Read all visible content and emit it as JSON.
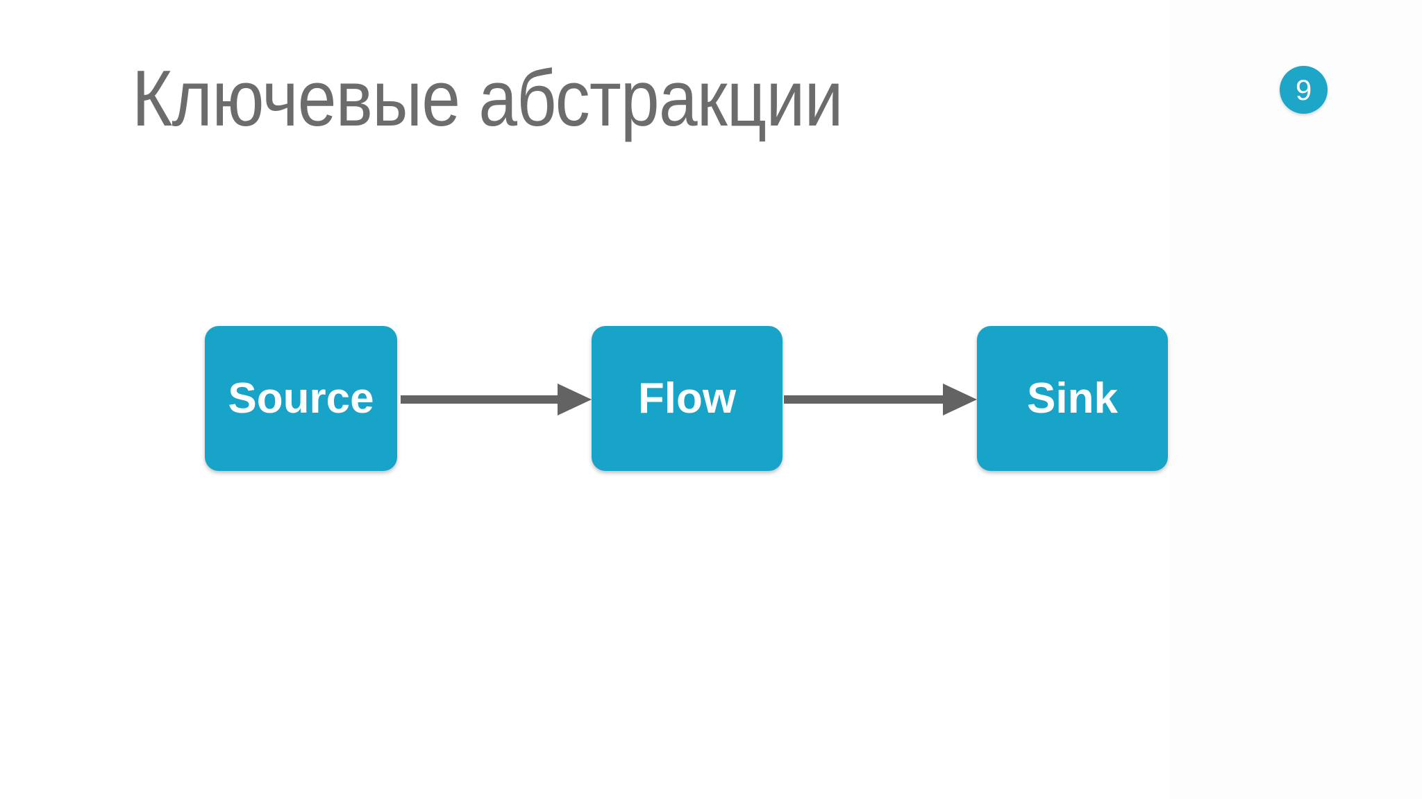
{
  "slide": {
    "title": "Ключевые абстракции",
    "page_number": "9"
  },
  "diagram": {
    "nodes": [
      {
        "id": "source",
        "label": "Source"
      },
      {
        "id": "flow",
        "label": "Flow"
      },
      {
        "id": "sink",
        "label": "Sink"
      }
    ],
    "connections": [
      {
        "from": "Source",
        "to": "Flow"
      },
      {
        "from": "Flow",
        "to": "Sink"
      }
    ]
  },
  "colors": {
    "node_fill": "#18a4c8",
    "badge_fill": "#1ea6c9",
    "arrow": "#636363",
    "title": "#6c6c6c",
    "node_text": "#ffffff",
    "background": "#ffffff"
  }
}
